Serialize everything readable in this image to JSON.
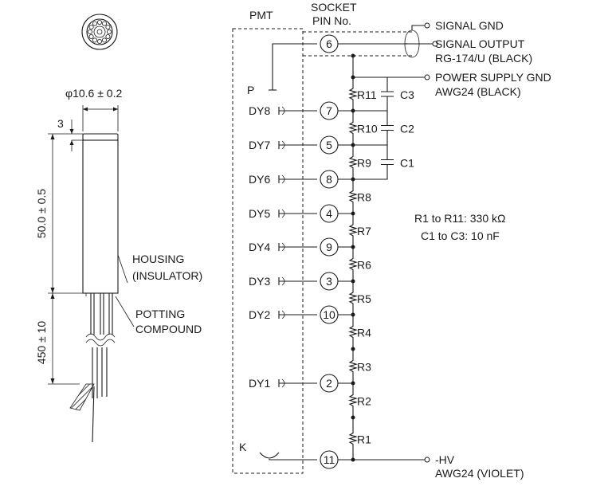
{
  "dimensions": {
    "diameter": "φ10.6 ± 0.2",
    "top_cap": "3",
    "body_length": "50.0 ± 0.5",
    "lead_length": "450 ± 10"
  },
  "callouts": {
    "housing_line1": "HOUSING",
    "housing_line2": "(INSULATOR)",
    "potting_line1": "POTTING",
    "potting_line2": "COMPOUND"
  },
  "headers": {
    "pmt": "PMT",
    "socket_line1": "SOCKET",
    "socket_line2": "PIN No."
  },
  "pmt": {
    "anode": "P",
    "cathode": "K"
  },
  "electrodes": [
    {
      "name": "DY8",
      "pin": "7"
    },
    {
      "name": "DY7",
      "pin": "5"
    },
    {
      "name": "DY6",
      "pin": "8"
    },
    {
      "name": "DY5",
      "pin": "4"
    },
    {
      "name": "DY4",
      "pin": "9"
    },
    {
      "name": "DY3",
      "pin": "3"
    },
    {
      "name": "DY2",
      "pin": "10"
    },
    {
      "name": "DY1",
      "pin": "2"
    }
  ],
  "anode_pin": "6",
  "cathode_pin": "11",
  "resistors": [
    "R11",
    "R10",
    "R9",
    "R8",
    "R7",
    "R6",
    "R5",
    "R4",
    "R3",
    "R2",
    "R1"
  ],
  "capacitors": [
    "C3",
    "C2",
    "C1"
  ],
  "terminals": {
    "signal_gnd": "SIGNAL GND",
    "signal_output": "SIGNAL OUTPUT",
    "signal_cable": "RG-174/U (BLACK)",
    "power_gnd": "POWER SUPPLY GND",
    "power_gnd_wire": "AWG24 (BLACK)",
    "hv": "-HV",
    "hv_wire": "AWG24 (VIOLET)"
  },
  "notes": {
    "resistor_values": "R1 to R11: 330 kΩ",
    "capacitor_values": "C1 to C3: 10 nF"
  }
}
